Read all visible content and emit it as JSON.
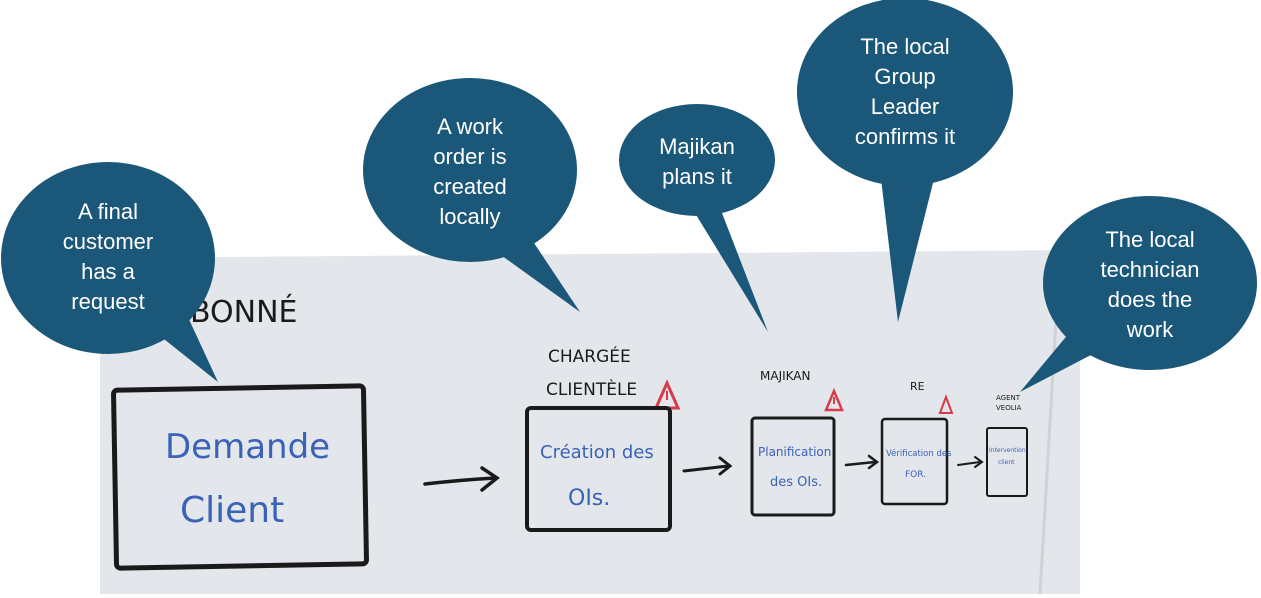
{
  "colors": {
    "bubble_fill": "#1b5778",
    "board_bg": "#e3e6ea",
    "ink_black": "#1a1a1a",
    "ink_blue": "#3a62b8",
    "warning_red": "#d93a4a"
  },
  "board": {
    "heading": "BONNÉ",
    "roles": {
      "charge_clientele_line1": "CHARGÉE",
      "charge_clientele_line2": "CLIENTÈLE",
      "majikan": "MAJIKAN",
      "re": "RE",
      "agent_line1": "AGENT",
      "agent_line2": "VEOLIA"
    },
    "boxes": {
      "demande_line1": "Demande",
      "demande_line2": "Client",
      "creation_line1": "Création des",
      "creation_line2": "OIs.",
      "planification_line1": "Planification",
      "planification_line2": "des OIs.",
      "verification_line1": "Vérification des",
      "verification_line2": "FOR.",
      "intervention_line1": "Intervention",
      "intervention_line2": "client"
    }
  },
  "bubbles": {
    "final_customer": [
      "A final",
      "customer",
      "has a",
      "request"
    ],
    "work_order": [
      "A work",
      "order is",
      "created",
      "locally"
    ],
    "majikan": [
      "Majikan",
      "plans it"
    ],
    "group_leader": [
      "The local",
      "Group",
      "Leader",
      "confirms it"
    ],
    "technician": [
      "The local",
      "technician",
      "does the",
      "work"
    ]
  },
  "icons": [
    "warning-triangle-icon",
    "arrow-right-icon"
  ]
}
